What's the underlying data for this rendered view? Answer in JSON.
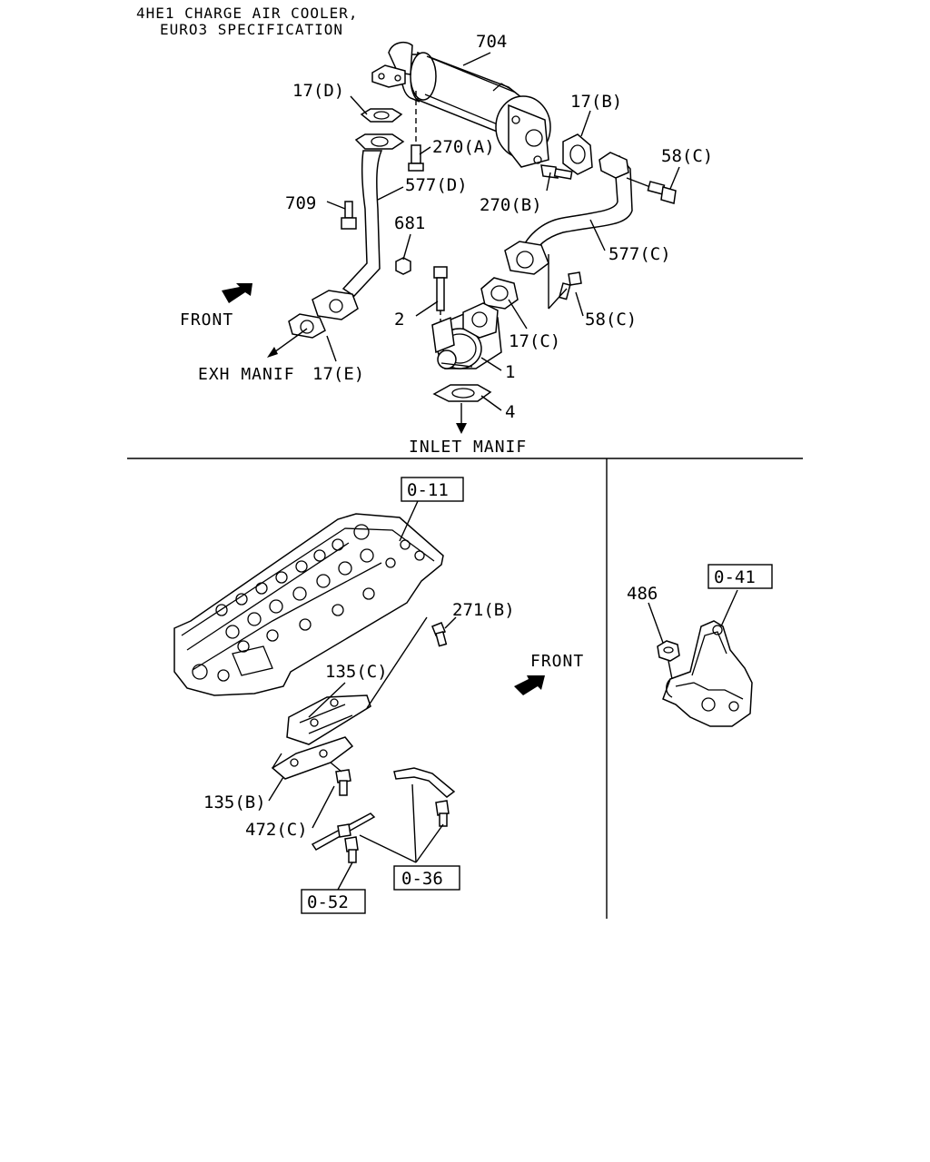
{
  "title": {
    "line1": "4HE1 CHARGE AIR COOLER,",
    "line2": "EURO3 SPECIFICATION"
  },
  "upper_section": {
    "labels": {
      "p704": "704",
      "p17d": "17(D)",
      "p17b": "17(B)",
      "p270a": "270(A)",
      "p58c_top": "58(C)",
      "p577d": "577(D)",
      "p270b": "270(B)",
      "p709": "709",
      "p681": "681",
      "p577c": "577(C)",
      "p2": "2",
      "p58c_mid": "58(C)",
      "p17c": "17(C)",
      "p1": "1",
      "p4": "4",
      "front": "FRONT",
      "exh_manif": "EXH MANIF",
      "p17e": "17(E)",
      "inlet_manif": "INLET MANIF"
    }
  },
  "lower_left_section": {
    "labels": {
      "ref_011": "0-11",
      "p271b": "271(B)",
      "p135c": "135(C)",
      "front": "FRONT",
      "p135b": "135(B)",
      "p472c": "472(C)",
      "ref_036": "0-36",
      "ref_052": "0-52"
    }
  },
  "lower_right_section": {
    "labels": {
      "p486": "486",
      "ref_041": "0-41"
    }
  }
}
